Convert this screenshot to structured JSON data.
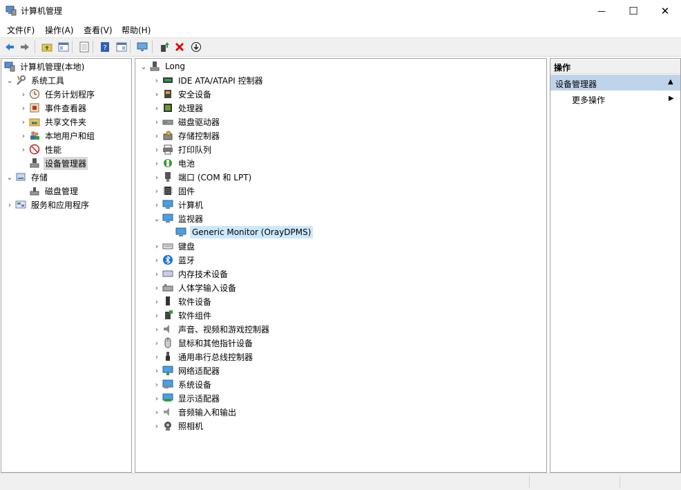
{
  "window": {
    "title": "计算机管理",
    "minimize": "—",
    "maximize": "☐",
    "close": "✕"
  },
  "menu": {
    "items": [
      "文件(F)",
      "操作(A)",
      "查看(V)",
      "帮助(H)"
    ]
  },
  "left_tree": {
    "root": "计算机管理(本地)",
    "system_tools": "系统工具",
    "children": [
      "任务计划程序",
      "事件查看器",
      "共享文件夹",
      "本地用户和组",
      "性能",
      "设备管理器"
    ],
    "storage": "存储",
    "disk_mgmt": "磁盘管理",
    "services": "服务和应用程序"
  },
  "device_tree": {
    "root": "Long",
    "categories": [
      "IDE ATA/ATAPI 控制器",
      "安全设备",
      "处理器",
      "磁盘驱动器",
      "存储控制器",
      "打印队列",
      "电池",
      "端口 (COM 和 LPT)",
      "固件",
      "计算机",
      "监视器"
    ],
    "monitor_child": "Generic Monitor (OrayDPMS)",
    "categories_after": [
      "键盘",
      "蓝牙",
      "内存技术设备",
      "人体学输入设备",
      "软件设备",
      "软件组件",
      "声音、视频和游戏控制器",
      "鼠标和其他指针设备",
      "通用串行总线控制器",
      "网络适配器",
      "系统设备",
      "显示适配器",
      "音频输入和输出",
      "照相机"
    ]
  },
  "actions": {
    "header": "操作",
    "section": "设备管理器",
    "more": "更多操作"
  },
  "colors": {
    "accent": "#0078d7",
    "section_bg": "#bfd4ea",
    "selection": "#cce8ff"
  }
}
